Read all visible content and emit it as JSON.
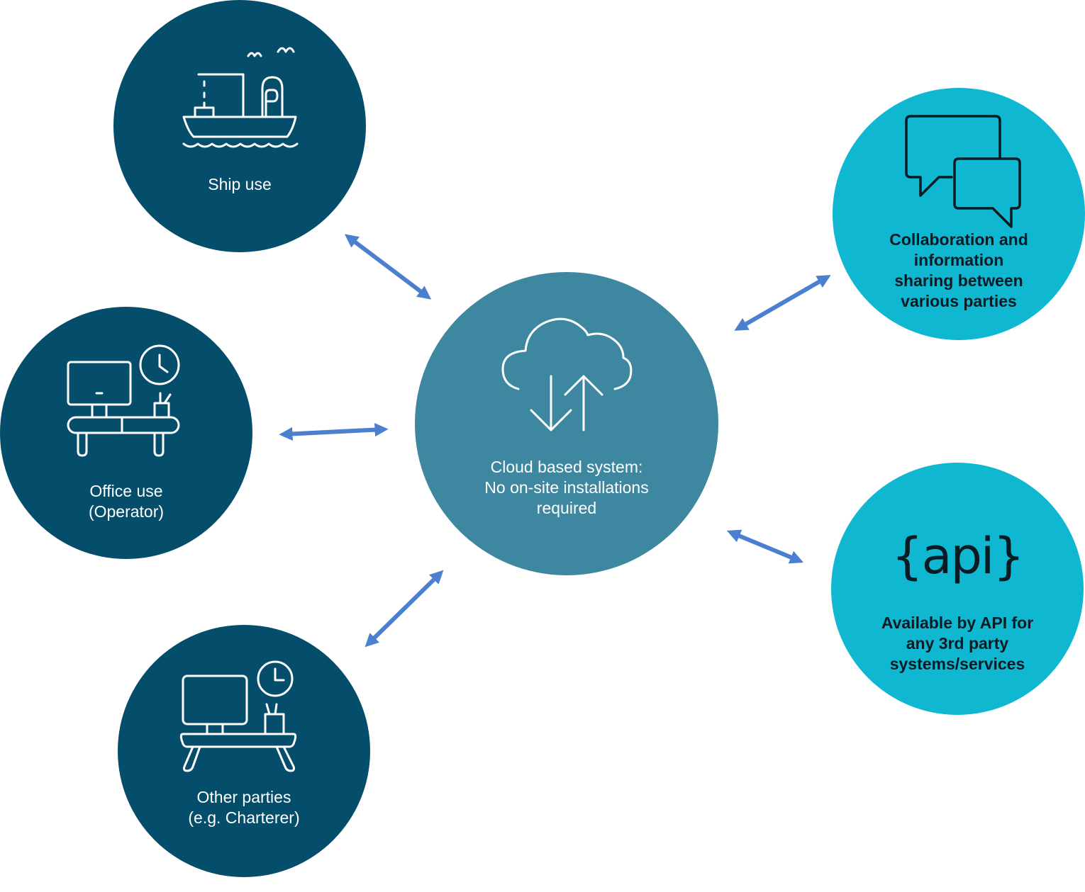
{
  "colors": {
    "dark_node": "#054e6b",
    "center_node": "#3e87a1",
    "light_node": "#10b7d0",
    "arrow": "#4b7fd0"
  },
  "nodes": {
    "ship": {
      "icon": "ship-icon",
      "lines": [
        "Ship use"
      ]
    },
    "office": {
      "icon": "office-desk-icon",
      "lines": [
        "Office use",
        "(Operator)"
      ]
    },
    "other": {
      "icon": "desk-clock-icon",
      "lines": [
        "Other parties",
        "(e.g. Charterer)"
      ]
    },
    "center": {
      "icon": "cloud-sync-icon",
      "lines": [
        "Cloud based system:",
        "No on-site installations",
        "required"
      ]
    },
    "collab": {
      "icon": "chat-bubbles-icon",
      "lines": [
        "Collaboration and",
        "information",
        "sharing between",
        "various parties"
      ]
    },
    "api": {
      "icon": "api-braces-icon",
      "icon_text": "{api}",
      "lines": [
        "Available by API for",
        "any 3rd party",
        "systems/services"
      ]
    }
  }
}
